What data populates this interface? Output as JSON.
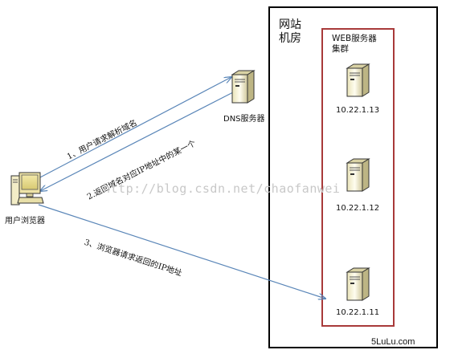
{
  "website_room": {
    "title_line1": "网站",
    "title_line2": "机房"
  },
  "web_cluster": {
    "title_line1": "WEB服务器",
    "title_line2": "集群"
  },
  "dns": {
    "label": "DNS服务器"
  },
  "browser": {
    "label": "用户浏览器"
  },
  "servers": [
    {
      "ip": "10.22.1.13"
    },
    {
      "ip": "10.22.1.12"
    },
    {
      "ip": "10.22.1.11"
    }
  ],
  "steps": [
    {
      "text": "1、用户请求解析域名"
    },
    {
      "text": "2.返回域名对应IP地址中的某一个"
    },
    {
      "text": "3、浏览器请求返回的IP地址"
    }
  ],
  "watermark": "http://blog.csdn.net/chaofanwei",
  "site_mark": "5LuLu.com",
  "colors": {
    "arrow": "#5a86b8",
    "cluster_border": "#a83a3a",
    "room_border": "#000000"
  },
  "icons": {
    "server": "server-tower-icon",
    "computer": "desktop-computer-icon"
  }
}
